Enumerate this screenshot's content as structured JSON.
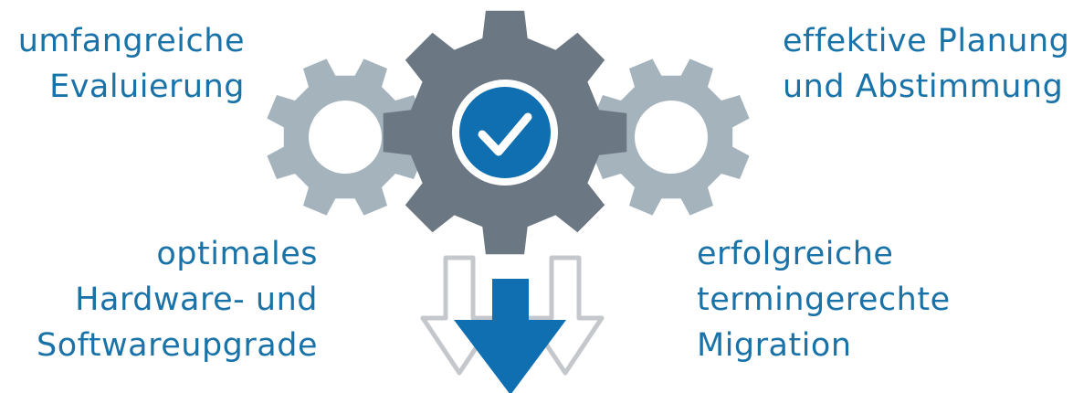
{
  "labels": {
    "top_left": [
      "umfangreiche",
      "Evaluierung"
    ],
    "top_right": [
      "effektive Planung",
      "und Abstimmung"
    ],
    "bottom_left": [
      "optimales",
      "Hardware- und",
      "Softwareupgrade"
    ],
    "bottom_right": [
      "erfolgreiche",
      "termingerechte",
      "Migration"
    ]
  },
  "colors": {
    "text": "#1a73a8",
    "gear_main": "#6b7884",
    "gear_side": "#a5b3bd",
    "accent": "#0f6fb0",
    "arrow_outline": "#c4c8cc"
  },
  "icons": {
    "center": "checkmark-icon",
    "side": "gear-icon",
    "bottom": "arrow-down-icon"
  }
}
